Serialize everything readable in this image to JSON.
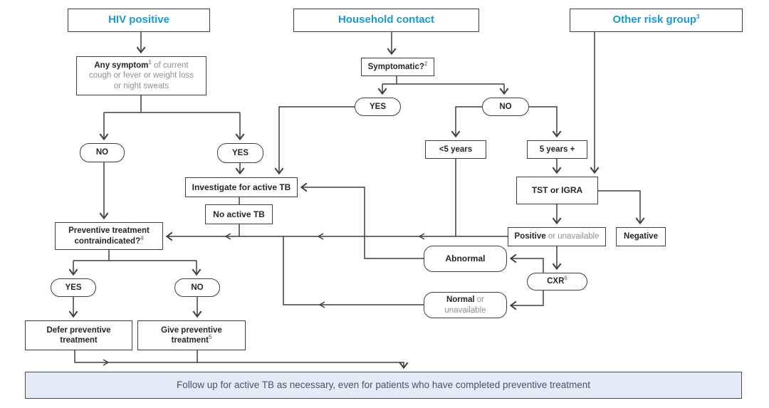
{
  "colors": {
    "accent_blue": "#1899d6",
    "line": "#3f3f3f",
    "gray_text": "#8f9194",
    "banner_bg": "#e4ebf6",
    "banner_text": "#44546a"
  },
  "headers": {
    "hiv": "HIV positive",
    "household": "Household contact",
    "other": "Other risk group",
    "other_sup": "3"
  },
  "nodes": {
    "any_symptom": {
      "bold": "Any symptom",
      "sup": "1",
      "rest1": " of current",
      "rest2": "cough or fever or weight loss",
      "rest3": "or night sweats"
    },
    "symptomatic": {
      "label": "Symptomatic?",
      "sup": "2"
    },
    "hiv_no": "NO",
    "hiv_yes": "YES",
    "sym_yes": "YES",
    "sym_no": "NO",
    "under5": "<5 years",
    "over5": "5 years +",
    "investigate": "Investigate for active TB",
    "no_active": "No active TB",
    "tst": "TST or IGRA",
    "negative": "Negative",
    "positive": {
      "bold": "Positive",
      "rest": " or unavailable"
    },
    "cxr": {
      "label": "CXR",
      "sup": "6"
    },
    "abnormal": "Abnormal",
    "normal": {
      "bold": "Normal",
      "rest1": " or",
      "rest2": "unavailable"
    },
    "contraindicated": {
      "line1": "Preventive treatment",
      "line2": "contraindicated?",
      "sup": "4"
    },
    "contra_yes": "YES",
    "contra_no": "NO",
    "defer": {
      "line1": "Defer preventive",
      "line2": "treatment"
    },
    "give": {
      "line1": "Give preventive",
      "line2": "treatment",
      "sup": "5"
    }
  },
  "banner": {
    "text": "Follow up for active TB as necessary, even for patients who have completed preventive treatment"
  }
}
